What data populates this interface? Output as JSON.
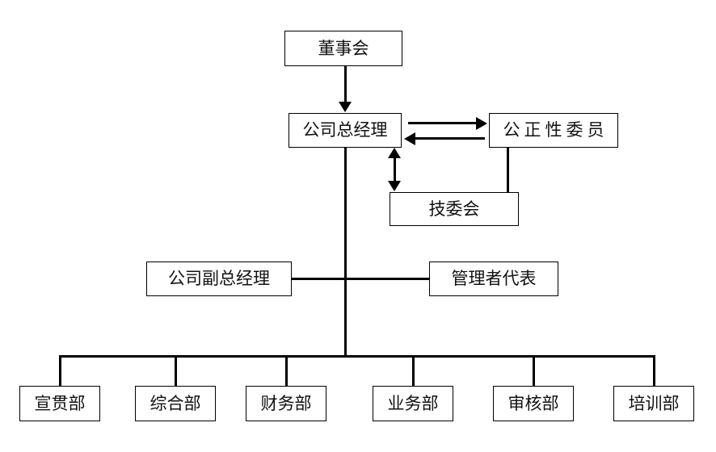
{
  "diagram": {
    "title_visible": false,
    "background_color": "#ffffff",
    "line_color": "#000000",
    "box_border_color": "#000000",
    "text_color": "#111111",
    "type": "organizational-chart"
  },
  "nodes": {
    "board": {
      "label": "董事会"
    },
    "general_manager": {
      "label": "公司总经理"
    },
    "impartiality_committee": {
      "label": "公正性委员"
    },
    "technical_committee": {
      "label": "技委会"
    },
    "deputy_general_manager": {
      "label": "公司副总经理"
    },
    "management_representative": {
      "label": "管理者代表"
    }
  },
  "departments": [
    {
      "label": "宣贯部"
    },
    {
      "label": "综合部"
    },
    {
      "label": "财务部"
    },
    {
      "label": "业务部"
    },
    {
      "label": "审核部"
    },
    {
      "label": "培训部"
    }
  ],
  "connections": [
    {
      "from": "董事会",
      "to": "公司总经理",
      "style": "arrow-down"
    },
    {
      "from": "公司总经理",
      "to": "公正性委员",
      "style": "arrow-right"
    },
    {
      "from": "公正性委员",
      "to": "公司总经理",
      "style": "arrow-left"
    },
    {
      "from": "公司总经理",
      "to": "技委会",
      "style": "arrow-双向"
    },
    {
      "from": "公正性委员",
      "to": "技委会",
      "style": "line"
    },
    {
      "from": "公司副总经理",
      "to": "公司总经理",
      "style": "line"
    },
    {
      "from": "管理者代表",
      "to": "公司总经理",
      "style": "line"
    },
    {
      "from": "公司总经理",
      "to": "宣贯部",
      "style": "line"
    },
    {
      "from": "公司总经理",
      "to": "综合部",
      "style": "line"
    },
    {
      "from": "公司总经理",
      "to": "财务部",
      "style": "line"
    },
    {
      "from": "公司总经理",
      "to": "业务部",
      "style": "line"
    },
    {
      "from": "公司总经理",
      "to": "审核部",
      "style": "line"
    },
    {
      "from": "公司总经理",
      "to": "培训部",
      "style": "line"
    }
  ]
}
